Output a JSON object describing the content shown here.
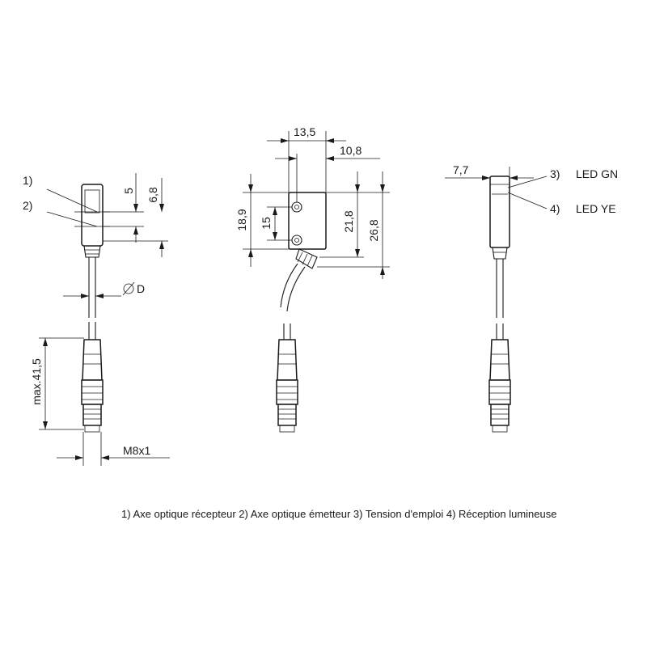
{
  "callouts": {
    "c1": "1)",
    "c2": "2)",
    "c3": "3)",
    "c4": "4)",
    "led_green": "LED GN",
    "led_yellow": "LED YE"
  },
  "dimensions": {
    "front_5": "5",
    "front_6_8": "6,8",
    "diameter": "D",
    "max_41_5": "max.41,5",
    "thread": "M8x1",
    "side_13_5": "13,5",
    "side_10_8": "10,8",
    "side_18_9": "18,9",
    "side_15": "15",
    "side_21_8": "21,8",
    "side_26_8": "26,8",
    "right_7_7": "7,7"
  },
  "legend": "1) Axe optique récepteur  2) Axe optique émetteur  3) Tension d'emploi  4) Réception lumineuse"
}
